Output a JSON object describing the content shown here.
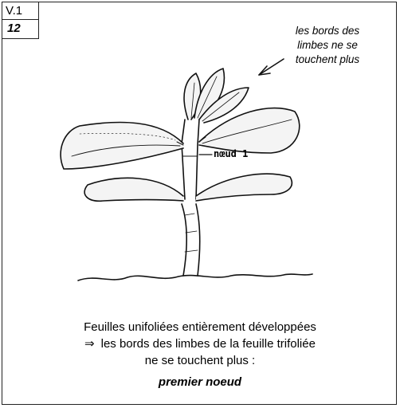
{
  "header": {
    "code_top": "V.1",
    "code_bottom": "12"
  },
  "annotation": {
    "lines": [
      "les bords des",
      "limbes ne se",
      "touchent plus"
    ]
  },
  "diagram": {
    "node_label": "nœud 1"
  },
  "caption": {
    "line1": "Feuilles unifoliées entièrement développées",
    "arrow": "⇒",
    "line2": "les bords des limbes de la feuille trifoliée",
    "line3": "ne se touchent plus :",
    "emphasis": "premier noeud"
  }
}
